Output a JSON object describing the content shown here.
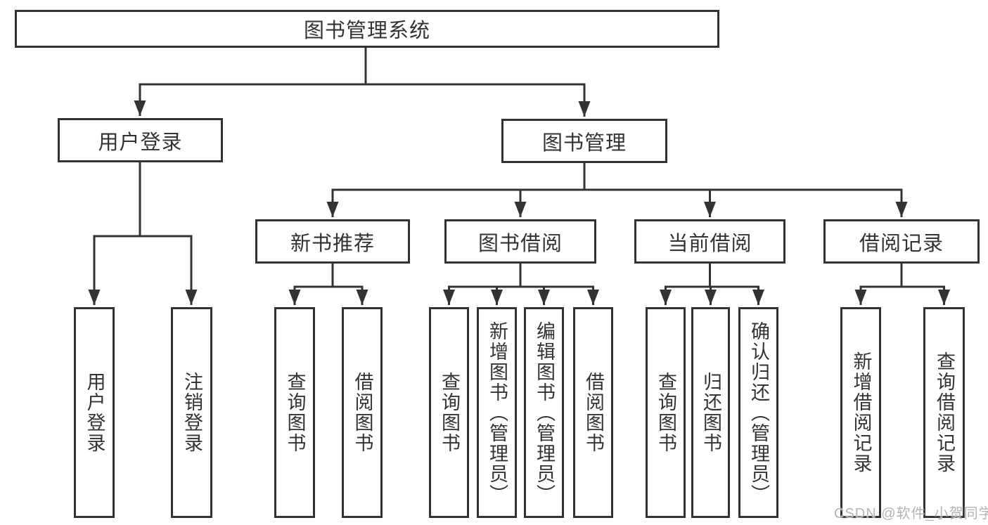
{
  "diagram": {
    "type": "hierarchy-flowchart",
    "colors": {
      "line": "#333333",
      "box_border": "#333333",
      "box_background": "#ffffff",
      "text": "#333333",
      "watermark_text": "#b4b4b4",
      "page_background": "#ffffff"
    },
    "nodes": {
      "root": {
        "label": "图书管理系统"
      },
      "level2": [
        {
          "label": "用户登录"
        },
        {
          "label": "图书管理"
        }
      ],
      "user_login_children": [
        {
          "label": "用户登录"
        },
        {
          "label": "注销登录"
        }
      ],
      "level3": [
        {
          "label": "新书推荐"
        },
        {
          "label": "图书借阅"
        },
        {
          "label": "当前借阅"
        },
        {
          "label": "借阅记录"
        }
      ],
      "new_book_children": [
        {
          "label": "查询图书"
        },
        {
          "label": "借阅图书"
        }
      ],
      "book_borrow_children": [
        {
          "label": "查询图书"
        },
        {
          "label": "新增图书（管理员）"
        },
        {
          "label": "编辑图书（管理员）"
        },
        {
          "label": "借阅图书"
        }
      ],
      "current_borrow_children": [
        {
          "label": "查询图书"
        },
        {
          "label": "归还图书"
        },
        {
          "label": "确认归还（管理员）"
        }
      ],
      "borrow_record_children": [
        {
          "label": "新增借阅记录"
        },
        {
          "label": "查询借阅记录"
        }
      ]
    },
    "watermark": "CSDN @软件_小贺同学"
  }
}
